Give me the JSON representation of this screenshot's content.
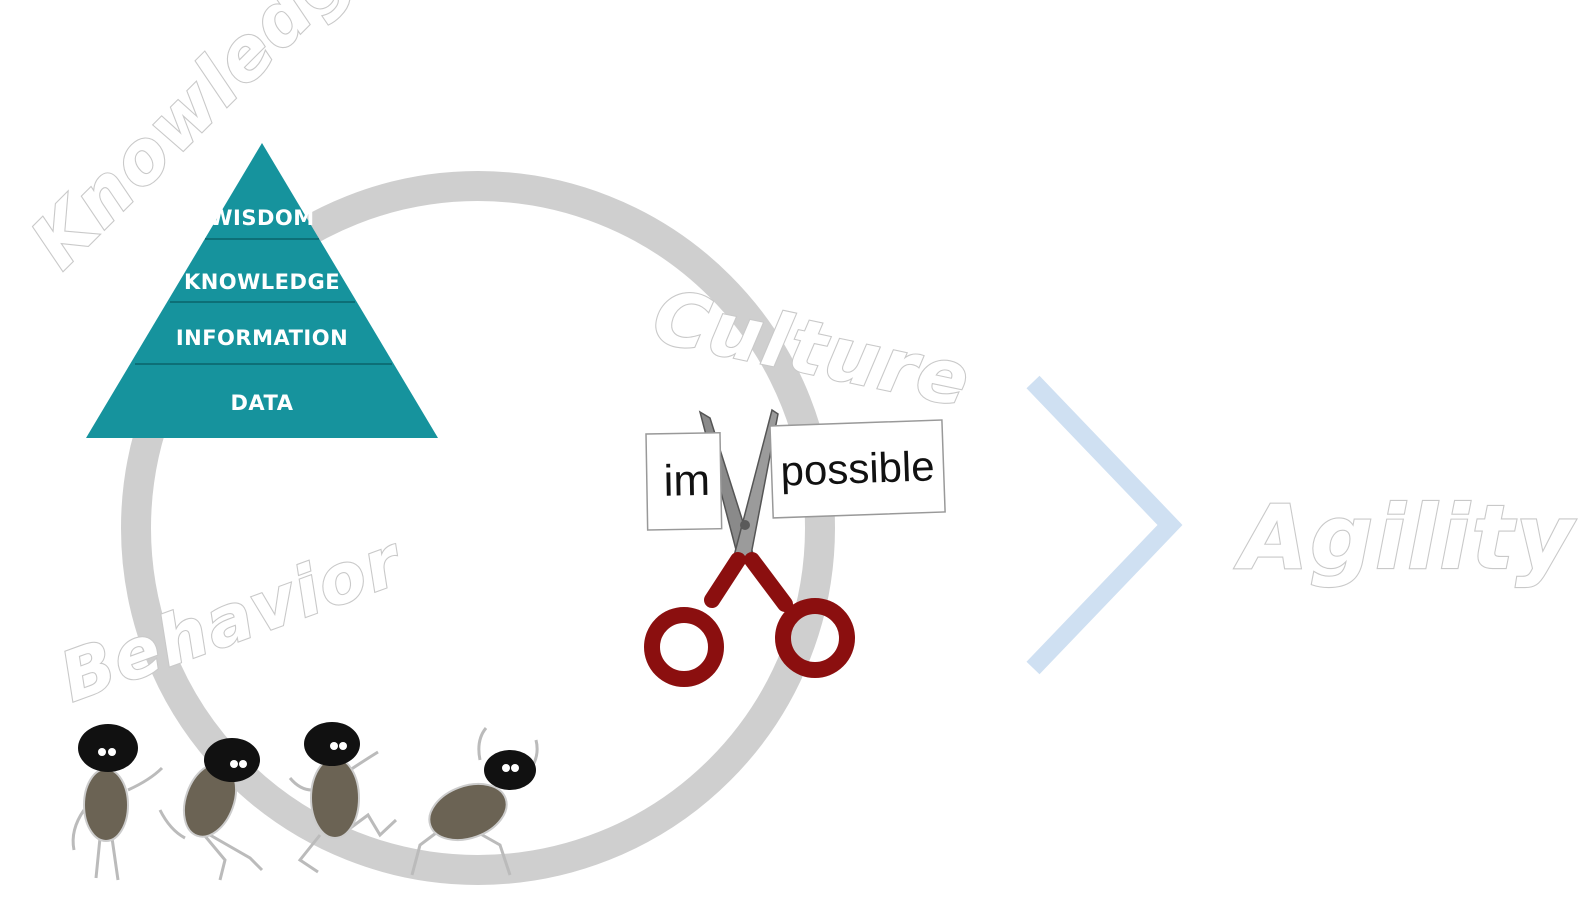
{
  "labels": {
    "knowledge": "Knowledge",
    "culture": "Culture",
    "behavior": "Behavior",
    "agility": "Agility"
  },
  "pyramid": {
    "levels": [
      "WISDOM",
      "KNOWLEDGE",
      "INFORMATION",
      "DATA"
    ],
    "color": "#16939d"
  },
  "cards": {
    "left": "im",
    "right": "possible"
  },
  "colors": {
    "cycle": "#cfcfcf",
    "arrow": "#cfe0f2",
    "scissor_handle": "#8b0f0f",
    "scissor_blade": "#8a8a8a",
    "figure_body": "#6b6354",
    "figure_head": "#111111",
    "word_outline": "#c9c9c9"
  },
  "icons": [
    "scissors-icon",
    "walking-figures",
    "chevron-right-icon"
  ]
}
